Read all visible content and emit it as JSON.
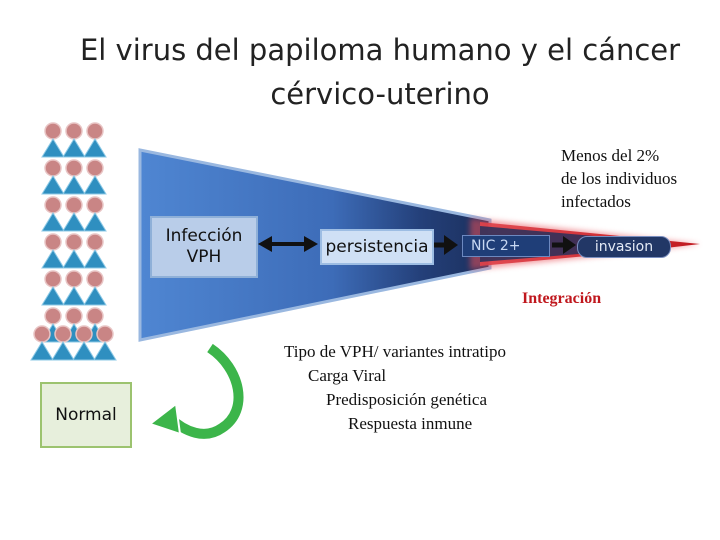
{
  "title": {
    "line1": "El virus del papiloma humano y el cáncer",
    "line2": "cérvico-uterino"
  },
  "labels": {
    "infection_line1": "Infección",
    "infection_line2": "VPH",
    "persistencia": "persistencia",
    "nic": "NIC 2+",
    "invasion": "invasion",
    "normal": "Normal",
    "integracion": "Integración"
  },
  "minority_note": {
    "line1": "Menos del 2%",
    "line2": "de los individuos",
    "line3": "infectados"
  },
  "factors": {
    "line1": "Tipo de VPH/ variantes intratipo",
    "line2": "Carga Viral",
    "line3": "Predisposición genética",
    "line4": "Respuesta inmune"
  },
  "colors": {
    "funnel_blue": "#5b8fd6",
    "funnel_dark": "#24407a",
    "cancer_red": "#c0181e",
    "people_head": "#c97a7a",
    "people_body": "#2e8fc0",
    "return_arrow": "#3cb54a"
  },
  "icons": {
    "people": "person-icon",
    "double_arrow": "double-arrow-icon",
    "right_arrow": "right-arrow-icon",
    "return_arrow": "curved-return-arrow-icon"
  }
}
